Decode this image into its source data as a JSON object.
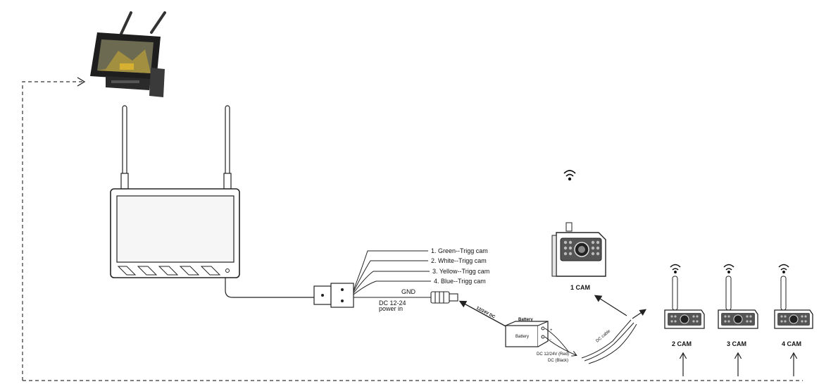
{
  "wires": [
    {
      "number": "1.",
      "text": "Green--Trigg cam"
    },
    {
      "number": "2.",
      "text": "White--Trigg cam"
    },
    {
      "number": "3.",
      "text": "Yellow--Trigg cam"
    },
    {
      "number": "4.",
      "text": "Blue--Trigg cam"
    }
  ],
  "power": {
    "gnd": "GND",
    "dc_line1": "DC 12-24",
    "dc_line2": "power in",
    "cable_label": "12/24V DC",
    "battery_top": "Battery",
    "battery_face": "Battery",
    "plus": "+",
    "minus": "-",
    "red_label": "DC 12/24V (Red)",
    "black_label": "DC (Black)",
    "dc_cable": "DC cable"
  },
  "cameras": [
    {
      "label": "1 CAM"
    },
    {
      "label": "2 CAM"
    },
    {
      "label": "3 CAM"
    },
    {
      "label": "4 CAM"
    }
  ],
  "icons": [
    "monitor-photo-icon",
    "wifi-signal-icon",
    "camera-icon",
    "battery-box-icon",
    "arrow-icon"
  ],
  "colors": {
    "line": "#222222",
    "dash": "#333333",
    "screen": "#f6f6f6",
    "body": "#2b2b2b"
  }
}
